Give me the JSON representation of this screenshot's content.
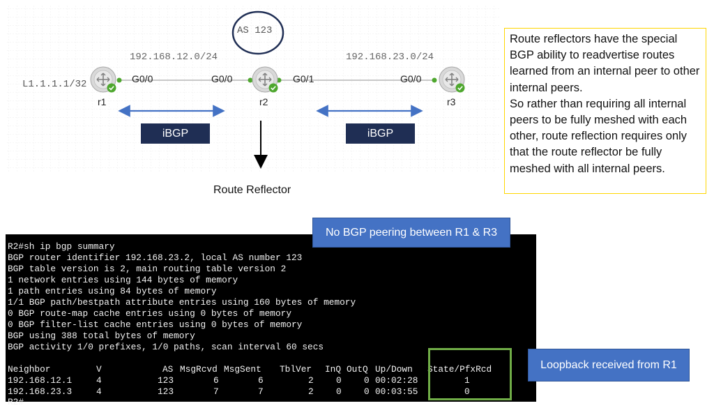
{
  "topology": {
    "as_label": "AS 123",
    "subnet_left": "192.168.12.0/24",
    "subnet_right": "192.168.23.0/24",
    "loopback": "L1.1.1.1/32",
    "routers": [
      {
        "name": "r1",
        "role": "router-icon"
      },
      {
        "name": "r2",
        "role": "router-icon"
      },
      {
        "name": "r3",
        "role": "router-icon"
      }
    ],
    "interfaces": {
      "r1_g00": "G0/0",
      "r2_g00": "G0/0",
      "r2_g01": "G0/1",
      "r3_g00": "G0/0"
    },
    "ibgp_left": "iBGP",
    "ibgp_right": "iBGP",
    "route_reflector": "Route Reflector",
    "colors": {
      "circle": "#1f2e54",
      "ibgp_box": "#1f2e54",
      "arrow": "#4472c4",
      "check": "#4ea72e",
      "link_dot": "#4ea72e"
    }
  },
  "note": {
    "paragraph1": "Route reflectors have the special BGP ability to readvertise routes learned from an internal peer to other internal peers.",
    "paragraph2": "So rather than requiring all internal peers to be fully meshed with each other, route reflection requires only that the route reflector be fully meshed with all internal peers.",
    "border_color": "#ffd600"
  },
  "callouts": {
    "no_peering": "No BGP peering between R1 & R3",
    "loopback_received": "Loopback received from R1",
    "color": "#4472c4"
  },
  "terminal": {
    "lines": [
      "R2#sh ip bgp summary",
      "BGP router identifier 192.168.23.2, local AS number 123",
      "BGP table version is 2, main routing table version 2",
      "1 network entries using 144 bytes of memory",
      "1 path entries using 84 bytes of memory",
      "1/1 BGP path/bestpath attribute entries using 160 bytes of memory",
      "0 BGP route-map cache entries using 0 bytes of memory",
      "0 BGP filter-list cache entries using 0 bytes of memory",
      "BGP using 388 total bytes of memory",
      "BGP activity 1/0 prefixes, 1/0 paths, scan interval 60 secs"
    ],
    "headers": [
      "Neighbor",
      "V",
      "AS",
      "MsgRcvd",
      "MsgSent",
      "TblVer",
      "InQ",
      "OutQ",
      "Up/Down",
      "State/PfxRcd"
    ],
    "rows": [
      [
        "192.168.12.1",
        "4",
        "123",
        "6",
        "6",
        "2",
        "0",
        "0",
        "00:02:28",
        "1"
      ],
      [
        "192.168.23.3",
        "4",
        "123",
        "7",
        "7",
        "2",
        "0",
        "0",
        "00:03:55",
        "0"
      ]
    ],
    "prompt": "R2#"
  }
}
